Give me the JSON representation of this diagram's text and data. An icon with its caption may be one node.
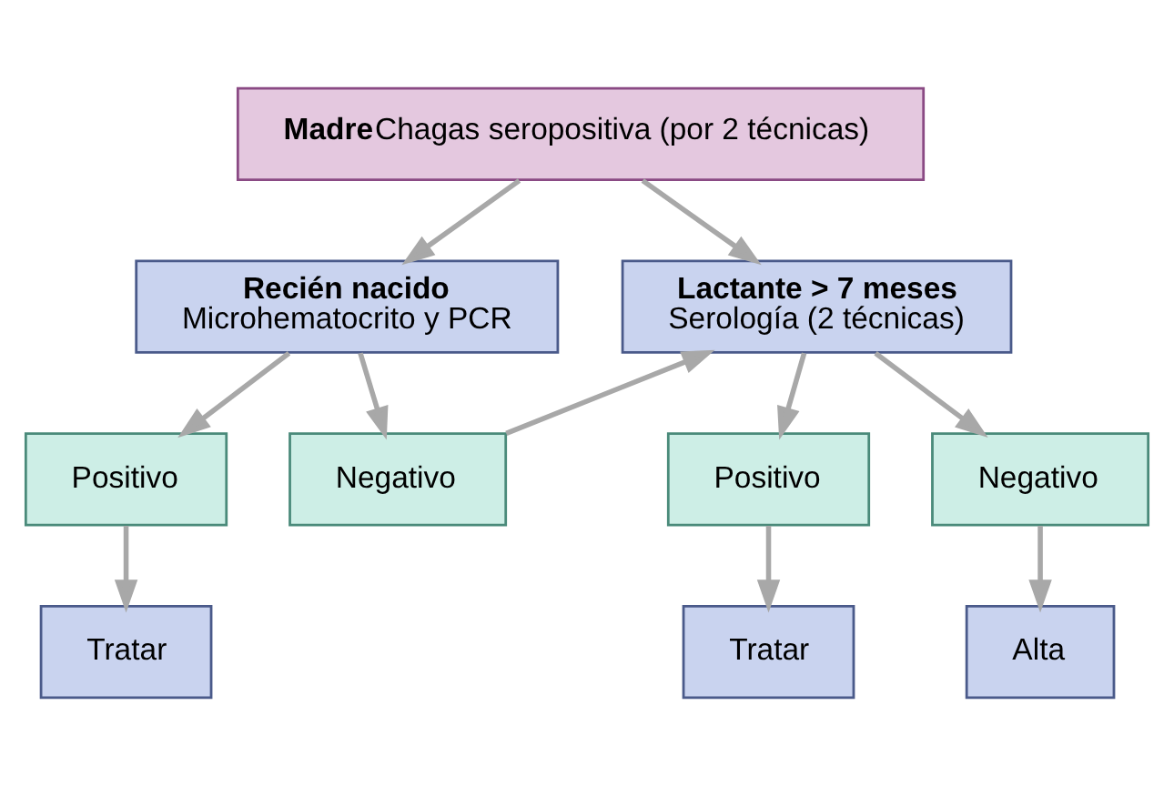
{
  "diagram": {
    "nodes": [
      {
        "text": [
          "Madre",
          "Chagas seropositiva (por 2 técnicas)"
        ]
      },
      {
        "text": [
          "Recién nacido",
          "Microhematocrito y PCR"
        ]
      },
      {
        "text": [
          "Lactante > 7 meses",
          "Serología (2 técnicas)"
        ]
      },
      {
        "text": [
          "Positivo"
        ]
      },
      {
        "text": [
          "Negativo"
        ]
      },
      {
        "text": [
          "Positivo"
        ]
      },
      {
        "text": [
          "Negativo"
        ]
      },
      {
        "text": [
          "Tratar"
        ]
      },
      {
        "text": [
          "Tratar"
        ]
      },
      {
        "text": [
          "Alta"
        ]
      }
    ],
    "edges": [
      {
        "from": 0,
        "to": 1,
        "arrow": "to"
      },
      {
        "from": 0,
        "to": 2,
        "arrow": "to"
      },
      {
        "from": 1,
        "to": 3,
        "arrow": "to"
      },
      {
        "from": 1,
        "to": 4,
        "arrow": "to"
      },
      {
        "from": 4,
        "to": 2,
        "arrow": "to"
      },
      {
        "from": 2,
        "to": 5,
        "arrow": "to"
      },
      {
        "from": 2,
        "to": 6,
        "arrow": "to"
      },
      {
        "from": 3,
        "to": 7,
        "arrow": "to"
      },
      {
        "from": 5,
        "to": 8,
        "arrow": "to"
      },
      {
        "from": 6,
        "to": 9,
        "arrow": "to"
      }
    ]
  }
}
